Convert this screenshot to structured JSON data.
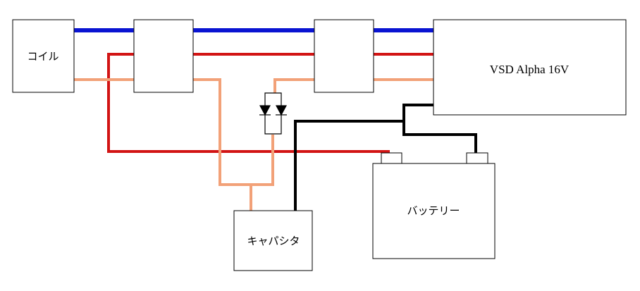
{
  "components": {
    "coil": {
      "label": "コイル"
    },
    "vsd": {
      "label": "VSD Alpha 16V"
    },
    "capacitor": {
      "label": "キャパシタ"
    },
    "battery": {
      "label": "バッテリー"
    },
    "connector_1": {
      "label": ""
    },
    "connector_2": {
      "label": ""
    }
  },
  "wire_colors": {
    "blue": "#0a14d2",
    "red": "#d21414",
    "orange": "#f2a178",
    "black": "#000000"
  }
}
